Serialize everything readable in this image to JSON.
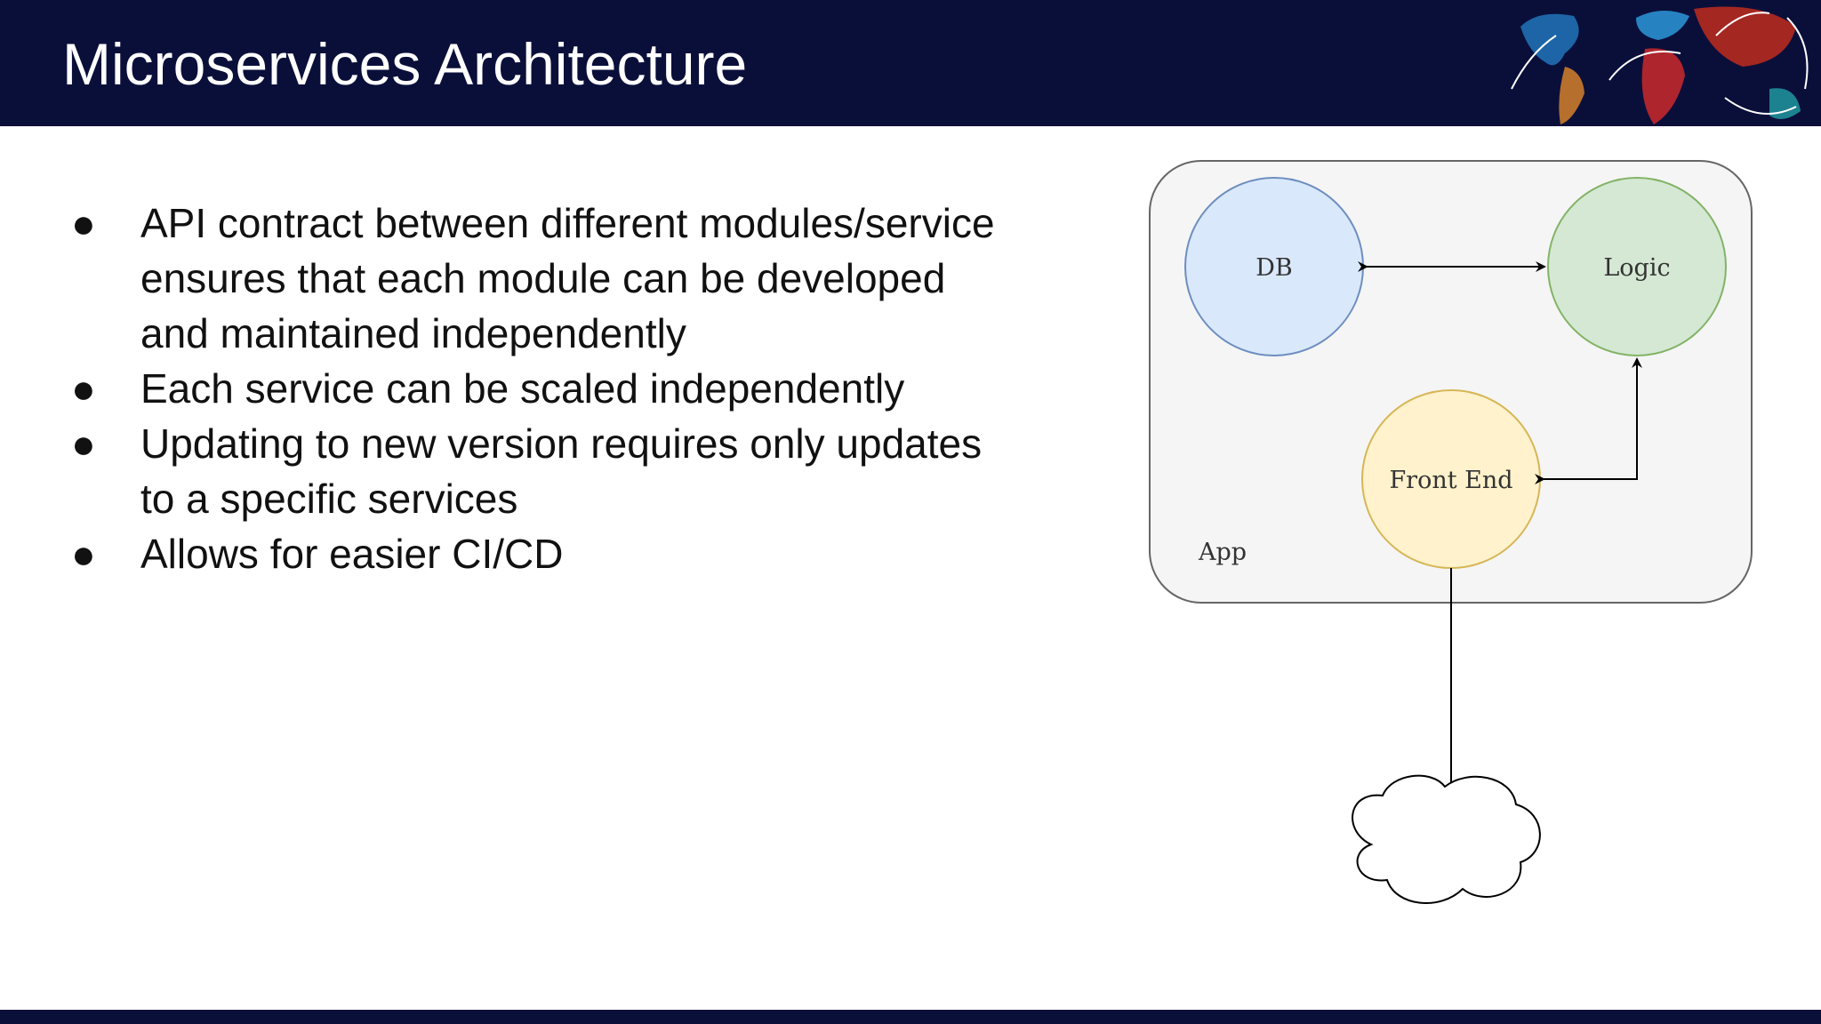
{
  "slide": {
    "title": "Microservices Architecture"
  },
  "bullets": [
    {
      "marker": "●",
      "text": "API contract between different modules/service ensures that each module can be developed and maintained independently"
    },
    {
      "marker": "●",
      "text": "Each service can be scaled independently"
    },
    {
      "marker": "●",
      "text": "Updating to new version requires only updates to a specific services"
    },
    {
      "marker": "●",
      "text": "Allows for easier CI/CD"
    }
  ],
  "diagram": {
    "container_label": "App",
    "nodes": {
      "db": "DB",
      "logic": "Logic",
      "front_end": "Front End"
    }
  },
  "colors": {
    "header_bg": "#0a0f3a",
    "db_fill": "#dae8fc",
    "db_stroke": "#6c8ebf",
    "logic_fill": "#d5e8d4",
    "logic_stroke": "#82b366",
    "front_end_fill": "#fff2cc",
    "front_end_stroke": "#d6b656"
  }
}
